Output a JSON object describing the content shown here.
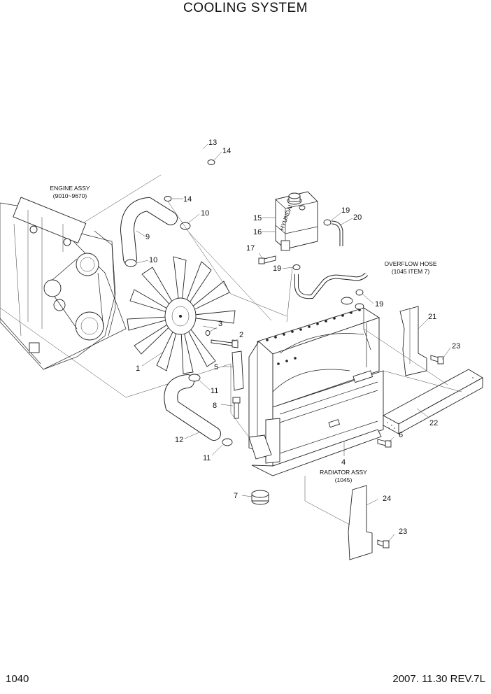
{
  "title": "COOLING SYSTEM",
  "page_number": "1040",
  "revision": "2007. 11.30  REV.7L",
  "notes": {
    "engine_assy_l1": "ENGINE ASSY",
    "engine_assy_l2": "(9010~9670)",
    "overflow_l1": "OVERFLOW HOSE",
    "overflow_l2": "(1045 ITEM 7)",
    "radiator_l1": "RADIATOR ASSY",
    "radiator_l2": "(1045)",
    "tank_brand": "HYUNDAI"
  },
  "callouts": [
    "1",
    "2",
    "3",
    "4",
    "5",
    "6",
    "7",
    "8",
    "9",
    "10",
    "10",
    "11",
    "11",
    "12",
    "13",
    "14",
    "14",
    "15",
    "16",
    "17",
    "19",
    "19",
    "19",
    "20",
    "21",
    "22",
    "23",
    "23",
    "24"
  ]
}
